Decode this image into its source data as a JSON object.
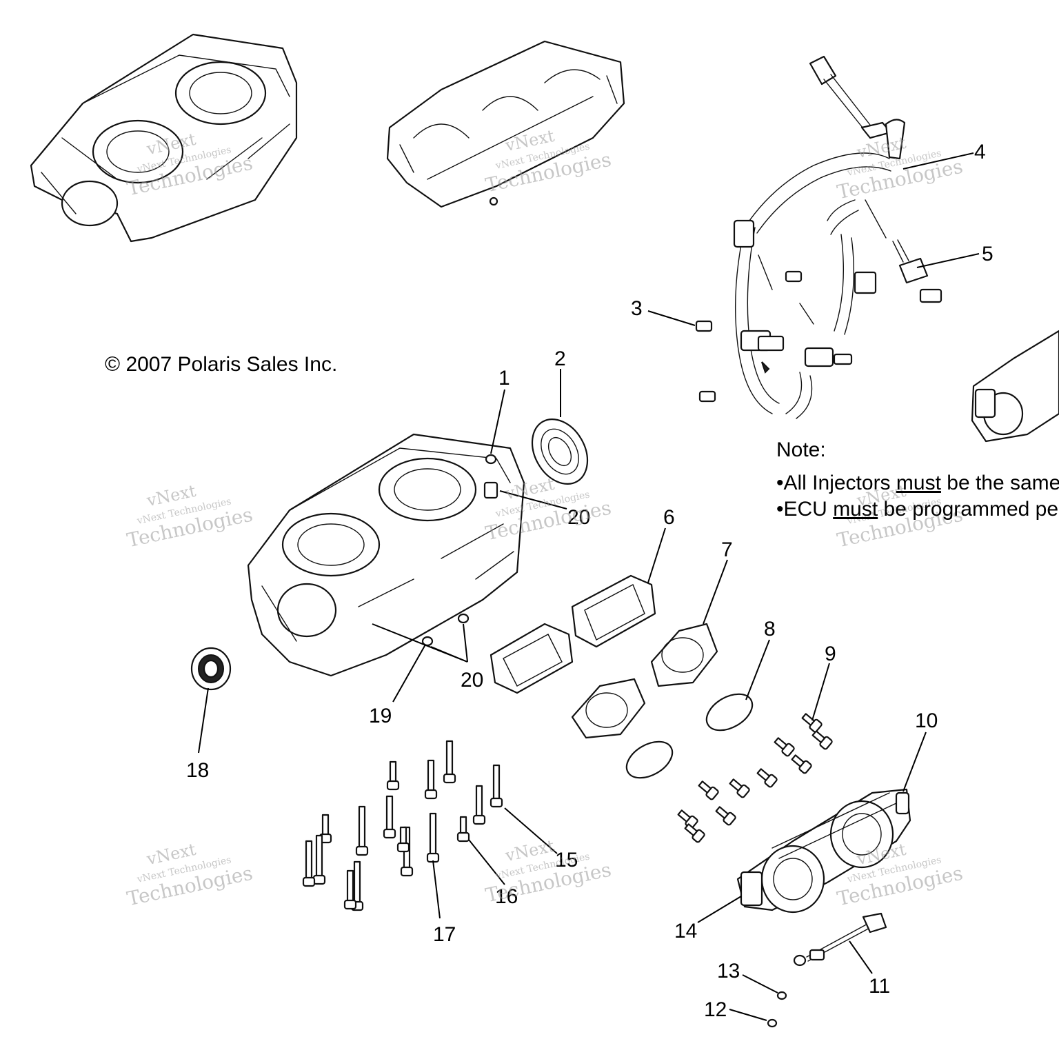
{
  "copyright": "© 2007 Polaris Sales Inc.",
  "note": {
    "title": "Note:",
    "line1_pre": "•All Injectors ",
    "line1_em": "must",
    "line1_post": " be the same c",
    "line2_pre": "•ECU ",
    "line2_em": "must",
    "line2_post": " be programmed per r"
  },
  "watermark": {
    "small": "vNext Technologies",
    "big": "Technologies",
    "top": "vNext"
  },
  "callouts": [
    {
      "id": "1",
      "label": "1"
    },
    {
      "id": "2",
      "label": "2"
    },
    {
      "id": "3",
      "label": "3"
    },
    {
      "id": "4",
      "label": "4"
    },
    {
      "id": "5",
      "label": "5"
    },
    {
      "id": "6",
      "label": "6"
    },
    {
      "id": "7",
      "label": "7"
    },
    {
      "id": "8",
      "label": "8"
    },
    {
      "id": "9",
      "label": "9"
    },
    {
      "id": "10",
      "label": "10"
    },
    {
      "id": "11",
      "label": "11"
    },
    {
      "id": "12",
      "label": "12"
    },
    {
      "id": "13",
      "label": "13"
    },
    {
      "id": "14",
      "label": "14"
    },
    {
      "id": "15",
      "label": "15"
    },
    {
      "id": "16",
      "label": "16"
    },
    {
      "id": "17",
      "label": "17"
    },
    {
      "id": "18",
      "label": "18"
    },
    {
      "id": "19",
      "label": "19"
    },
    {
      "id": "20a",
      "label": "20"
    },
    {
      "id": "20b",
      "label": "20"
    }
  ]
}
